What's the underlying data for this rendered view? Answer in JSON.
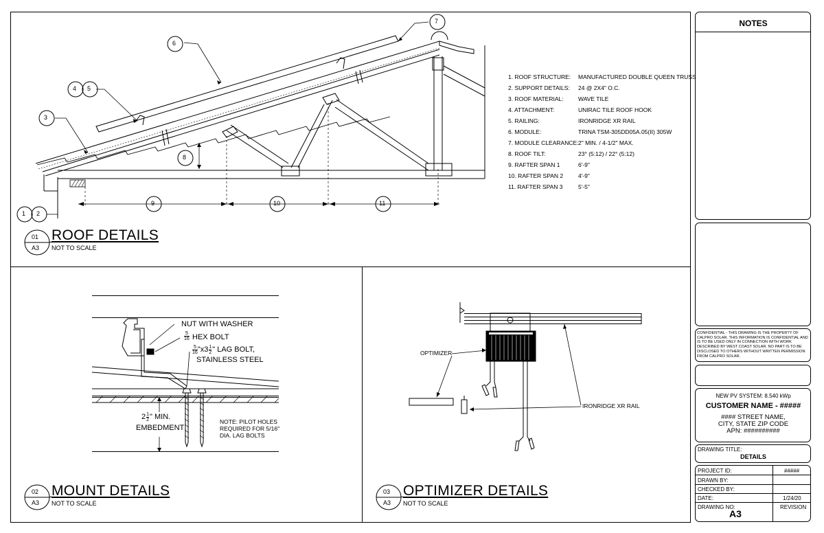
{
  "roof": {
    "title": "ROOF DETAILS",
    "scale": "NOT TO SCALE",
    "detail_num": "01",
    "sheet_ref": "A3",
    "callouts": [
      "1",
      "2",
      "3",
      "4",
      "5",
      "6",
      "7",
      "8",
      "9",
      "10",
      "11"
    ],
    "specs": [
      {
        "label": "1. ROOF STRUCTURE:",
        "value": "MANUFACTURED DOUBLE QUEEN TRUSS"
      },
      {
        "label": "2. SUPPORT DETAILS:",
        "value": "24 @ 2X4\" O.C."
      },
      {
        "label": "3. ROOF MATERIAL:",
        "value": "WAVE TILE"
      },
      {
        "label": "4. ATTACHMENT:",
        "value": "UNIRAC TILE ROOF HOOK"
      },
      {
        "label": "5. RAILING:",
        "value": "IRONRIDGE XR RAIL"
      },
      {
        "label": "6. MODULE:",
        "value": "TRINA TSM-305DD05A.05(II) 305W"
      },
      {
        "label": "7. MODULE CLEARANCE:",
        "value": "2\" MIN. / 4-1/2\" MAX."
      },
      {
        "label": "8. ROOF TILT:",
        "value": "23° (5:12) / 22° (5:12)"
      },
      {
        "label": "9. RAFTER SPAN 1",
        "value": "6'-9\""
      },
      {
        "label": "10. RAFTER SPAN 2",
        "value": "4'-9\""
      },
      {
        "label": "11. RAFTER SPAN 3",
        "value": "5'-5\""
      }
    ]
  },
  "mount": {
    "title": "MOUNT DETAILS",
    "scale": "NOT TO SCALE",
    "detail_num": "02",
    "sheet_ref": "A3",
    "nut": "NUT WITH WASHER",
    "hex_frac_num": "5",
    "hex_frac_den": "16",
    "hex": "HEX BOLT",
    "lag_frac_num": "5",
    "lag_frac_den": "16",
    "lag_x": "\"x3",
    "lag_half_num": "1",
    "lag_half_den": "2",
    "lag_rest": "\" LAG BOLT,",
    "lag_line2": "STAINLESS STEEL",
    "emb_whole": "2",
    "emb_num": "1",
    "emb_den": "2",
    "emb_rest": "\" MIN.",
    "emb_line2": "EMBEDMENT",
    "note_line1": "NOTE: PILOT HOLES",
    "note_line2": "REQUIRED FOR 5/16\"",
    "note_line3": "DIA. LAG BOLTS"
  },
  "optimizer": {
    "title": "OPTIMIZER DETAILS",
    "scale": "NOT TO SCALE",
    "detail_num": "03",
    "sheet_ref": "A3",
    "optimizer_label": "OPTIMIZER",
    "rail_label": "IRONRIDGE XR RAIL"
  },
  "titleblock": {
    "notes_header": "NOTES",
    "confidential": "CONFIDENTIAL - THIS DRAWING IS THE PROPERTY OF CALPRO SOLAR. THIS INFORMATION IS CONFIDENTIAL AND IS TO BE USED ONLY IN CONNECTION WITH WORK DESCRIBED BY WEST COAST SOLAR. NO PART IS TO BE DISCLOSED TO OTHERS WITHOUT WRITTEN PERMISSION FROM CALPRO SOLAR.",
    "system": "NEW PV SYSTEM: 8.540 kWp",
    "customer": "CUSTOMER NAME - #####",
    "street": "#### STREET NAME,",
    "city": "CITY, STATE ZIP CODE",
    "apn": "APN: ##########",
    "drawing_title_label": "DRAWING TITLE:",
    "drawing_title": "DETAILS",
    "project_id_label": "PROJECT ID:",
    "project_id": "#####",
    "drawn_by_label": "DRAWN BY:",
    "checked_by_label": "CHECKED BY:",
    "date_label": "DATE:",
    "date": "1/24/20",
    "drawing_no_label": "DRAWING NO:",
    "drawing_no": "A3",
    "revision_label": "REVISION"
  }
}
